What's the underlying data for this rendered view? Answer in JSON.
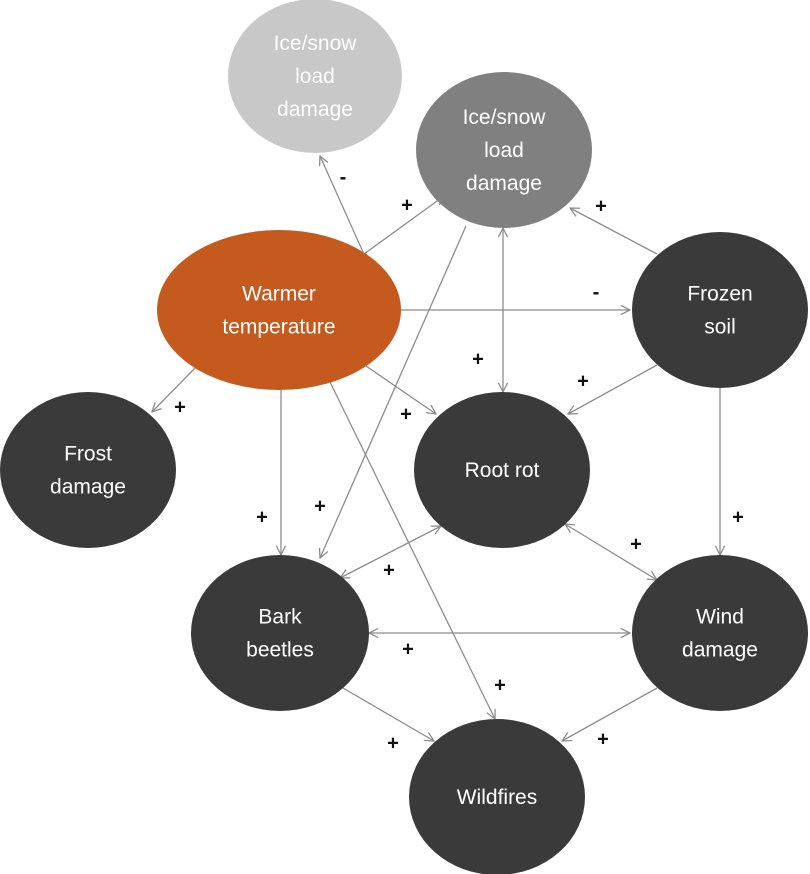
{
  "nodes": {
    "ice_snow_light": {
      "lines": [
        "Ice/snow",
        "load",
        "damage"
      ],
      "fill": "#c8c8c8"
    },
    "ice_snow_mid": {
      "lines": [
        "Ice/snow",
        "load",
        "damage"
      ],
      "fill": "#808080"
    },
    "warmer_temperature": {
      "lines": [
        "Warmer",
        "temperature"
      ],
      "fill": "#c55a1e"
    },
    "frozen_soil": {
      "lines": [
        "Frozen",
        "soil"
      ],
      "fill": "#3a3a3a"
    },
    "frost_damage": {
      "lines": [
        "Frost",
        "damage"
      ],
      "fill": "#3a3a3a"
    },
    "root_rot": {
      "lines": [
        "Root rot"
      ],
      "fill": "#3a3a3a"
    },
    "bark_beetles": {
      "lines": [
        "Bark",
        "beetles"
      ],
      "fill": "#3a3a3a"
    },
    "wind_damage": {
      "lines": [
        "Wind",
        "damage"
      ],
      "fill": "#3a3a3a"
    },
    "wildfires": {
      "lines": [
        "Wildfires"
      ],
      "fill": "#3a3a3a"
    }
  },
  "edges": [
    {
      "from": "warmer_temperature",
      "to": "ice_snow_light",
      "sign": "-"
    },
    {
      "from": "warmer_temperature",
      "to": "ice_snow_mid",
      "sign": "+"
    },
    {
      "from": "warmer_temperature",
      "to": "frozen_soil",
      "sign": "-"
    },
    {
      "from": "warmer_temperature",
      "to": "frost_damage",
      "sign": "+"
    },
    {
      "from": "warmer_temperature",
      "to": "root_rot",
      "sign": "+"
    },
    {
      "from": "warmer_temperature",
      "to": "bark_beetles",
      "sign": "+"
    },
    {
      "from": "warmer_temperature",
      "to": "wildfires",
      "sign": "+"
    },
    {
      "from": "frozen_soil",
      "to": "ice_snow_mid",
      "sign": "+"
    },
    {
      "from": "frozen_soil",
      "to": "root_rot",
      "sign": "+"
    },
    {
      "from": "frozen_soil",
      "to": "wind_damage",
      "sign": "+"
    },
    {
      "from": "ice_snow_mid",
      "to": "root_rot",
      "sign": "+",
      "bidirectional": true
    },
    {
      "from": "ice_snow_mid",
      "to": "bark_beetles",
      "sign": "+"
    },
    {
      "from": "root_rot",
      "to": "bark_beetles",
      "sign": "+",
      "bidirectional": true
    },
    {
      "from": "root_rot",
      "to": "wind_damage",
      "sign": "+",
      "bidirectional": true
    },
    {
      "from": "bark_beetles",
      "to": "wind_damage",
      "sign": "+",
      "bidirectional": true
    },
    {
      "from": "bark_beetles",
      "to": "wildfires",
      "sign": "+"
    },
    {
      "from": "wind_damage",
      "to": "wildfires",
      "sign": "+"
    }
  ],
  "colors": {
    "edge": "#8c8c8c",
    "sign": "#111111",
    "label": "#ffffff"
  }
}
